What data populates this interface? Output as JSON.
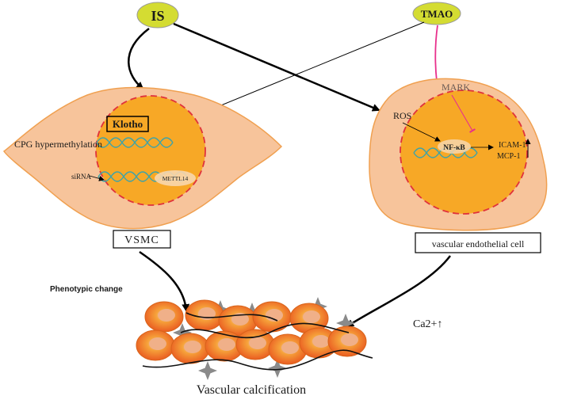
{
  "nodes": {
    "is": "IS",
    "tmao": "TMAO"
  },
  "vsmc_cell": {
    "cpg_label": "CPG hypermethylation",
    "klotho": "Klotho",
    "sirna": "siRNA",
    "mettl14": "METTL14",
    "box_label": "VSMC"
  },
  "endothelial_cell": {
    "mark": "MARK",
    "ros": "ROS",
    "nfkb": "NF-κB",
    "icam": "ICAM-1",
    "mcp": "MCP-1",
    "box_label": "vascular endothelial cell"
  },
  "transitions": {
    "phenotypic_change": "Phenotypic change",
    "calcium": "Ca2+↑"
  },
  "outcome": {
    "title": "Vascular calcification"
  },
  "colors": {
    "node_fill": "#d4dc32",
    "cell_fill": "#f7c49b",
    "nucleus_fill": "#f7a826",
    "nucleus_border": "#e0323c",
    "inhibit_pink": "#e8308c",
    "vsmc_cell_orange": "#f3941c",
    "crystal_gray": "#8a8a8a"
  }
}
